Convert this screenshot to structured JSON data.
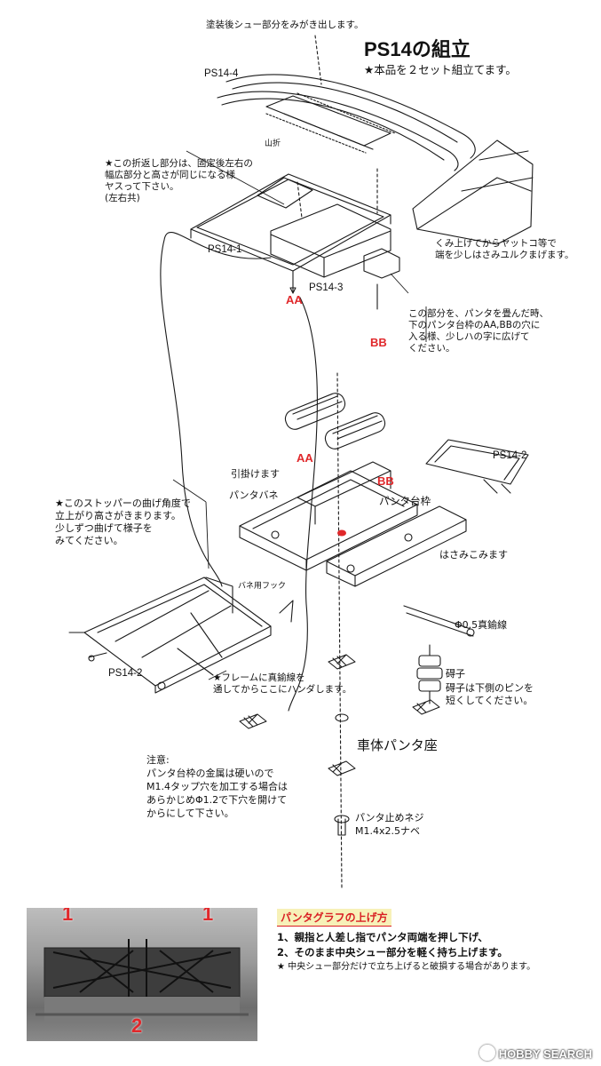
{
  "title": "PS14の組立",
  "subtitle": "★本品を２セット組立てます。",
  "top_note": "塗装後シュー部分をみがき出します。",
  "labels": {
    "ps14_4": "PS14-4",
    "ps14_1": "PS14-1",
    "ps14_3": "PS14-3",
    "ps14_2a": "PS14-2",
    "ps14_2b": "PS14-2",
    "yamaori": "山折",
    "aa_top": "AA",
    "bb_top": "BB",
    "aa_mid": "AA",
    "bb_mid": "BB",
    "hikkake": "引掛けます",
    "panta_bane": "パンタバネ",
    "panta_daiwaku": "パンタ台枠",
    "hasamikomi": "はさみこみます",
    "bane_hook": "バネ用フック",
    "wire": "Φ0.5真鍮線",
    "gaishi": "碍子",
    "shatai_pantaza": "車体パンタ座",
    "screw": "パンタ止めネジ",
    "screw_size": "M1.4x2.5ナベ"
  },
  "notes": {
    "fold_note": [
      "★この折返し部分は、固定後左右の",
      "幅広部分と高さが同じになる様",
      "ヤスって下さい。",
      "(左右共)"
    ],
    "curl_note": [
      "くみ上げてからヤットコ等で",
      "端を少しはさみユルクまげます。"
    ],
    "bb_note": [
      "この部分を、パンタを畳んだ時、",
      "下のパンタ台枠のAA,BBの穴に",
      "入る様、少しハの字に広げて",
      "ください。"
    ],
    "stopper_note": [
      "★このストッパーの曲げ角度で",
      "立上がり高さがきまります。",
      "少しずつ曲げて様子を",
      "みてください。"
    ],
    "frame_note": [
      "★フレームに真鍮線を",
      "通してからここにハンダします。"
    ],
    "gaishi_note": [
      "碍子は下側のピンを",
      "短くしてください。"
    ],
    "caution": [
      "注意:",
      "パンタ台枠の金属は硬いので",
      "M1.4タップ穴を加工する場合は",
      "あらかじめΦ1.2で下穴を開けて",
      "からにして下さい。"
    ]
  },
  "howto": {
    "title": "パンタグラフの上げ方",
    "steps": [
      "1、親指と人差し指でパンタ両端を押し下げ、",
      "2、そのまま中央シュー部分を軽く持ち上げます。"
    ],
    "warning": "★  中央シュー部分だけで立ち上げると破損する場合があります。"
  },
  "photo_marks": [
    "1",
    "1",
    "2"
  ],
  "brand": "HOBBY SEARCH",
  "colors": {
    "accent_red": "#e0282b",
    "highlight": "#f7f1b8"
  }
}
